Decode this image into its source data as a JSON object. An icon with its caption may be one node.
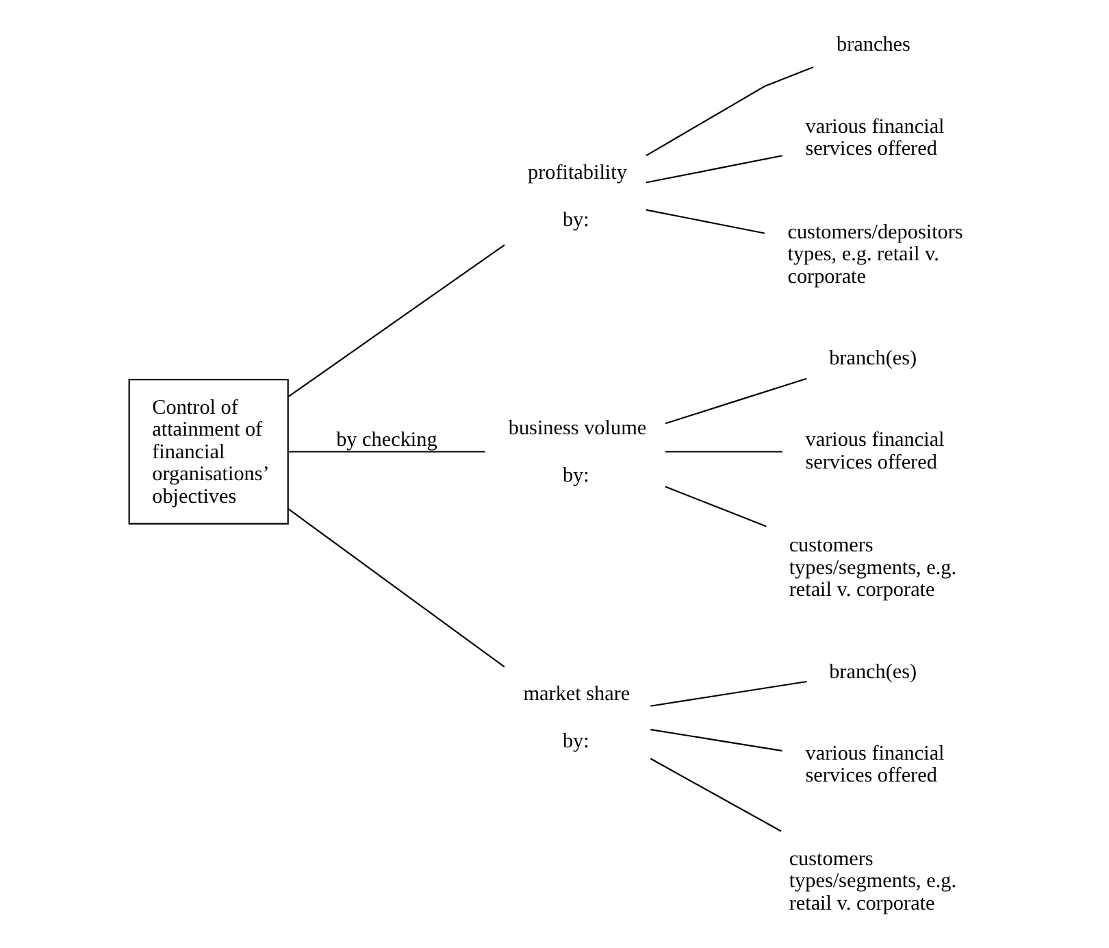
{
  "diagram": {
    "nodes": [
      {
        "text": [
          "Control of attainment of financial organisations’ objectives"
        ]
      },
      {
        "text": [
          "profitability"
        ],
        "beside": [
          "by:"
        ]
      },
      {
        "text": [
          "business volume"
        ],
        "beside": [
          "by:"
        ]
      },
      {
        "text": [
          "market share"
        ],
        "beside": [
          "by:"
        ]
      },
      {
        "text": [
          "branches"
        ]
      },
      {
        "text": [
          "various financial services offered"
        ]
      },
      {
        "text": [
          "customers/depositors types, e.g. retail v. corporate"
        ]
      },
      {
        "text": [
          "branch(es)"
        ]
      },
      {
        "text": [
          "various financial services offered"
        ]
      },
      {
        "text": [
          "customers types/segments, e.g. retail v. corporate"
        ]
      },
      {
        "text": [
          "branch(es)"
        ]
      },
      {
        "text": [
          "various financial services offered"
        ]
      },
      {
        "text": [
          "customers types/segments, e.g. retail v. corporate"
        ]
      }
    ],
    "edges": [
      {
        "from": 0,
        "to": 1,
        "arrow": "none"
      },
      {
        "from": 0,
        "to": 2,
        "arrow": "none",
        "label": "by checking"
      },
      {
        "from": 0,
        "to": 3,
        "arrow": "none"
      },
      {
        "from": 1,
        "to": 4,
        "arrow": "none"
      },
      {
        "from": 1,
        "to": 5,
        "arrow": "none"
      },
      {
        "from": 1,
        "to": 6,
        "arrow": "none"
      },
      {
        "from": 2,
        "to": 7,
        "arrow": "none"
      },
      {
        "from": 2,
        "to": 8,
        "arrow": "none"
      },
      {
        "from": 2,
        "to": 9,
        "arrow": "none"
      },
      {
        "from": 3,
        "to": 10,
        "arrow": "none"
      },
      {
        "from": 3,
        "to": 11,
        "arrow": "none"
      },
      {
        "from": 3,
        "to": 12,
        "arrow": "none"
      }
    ]
  }
}
